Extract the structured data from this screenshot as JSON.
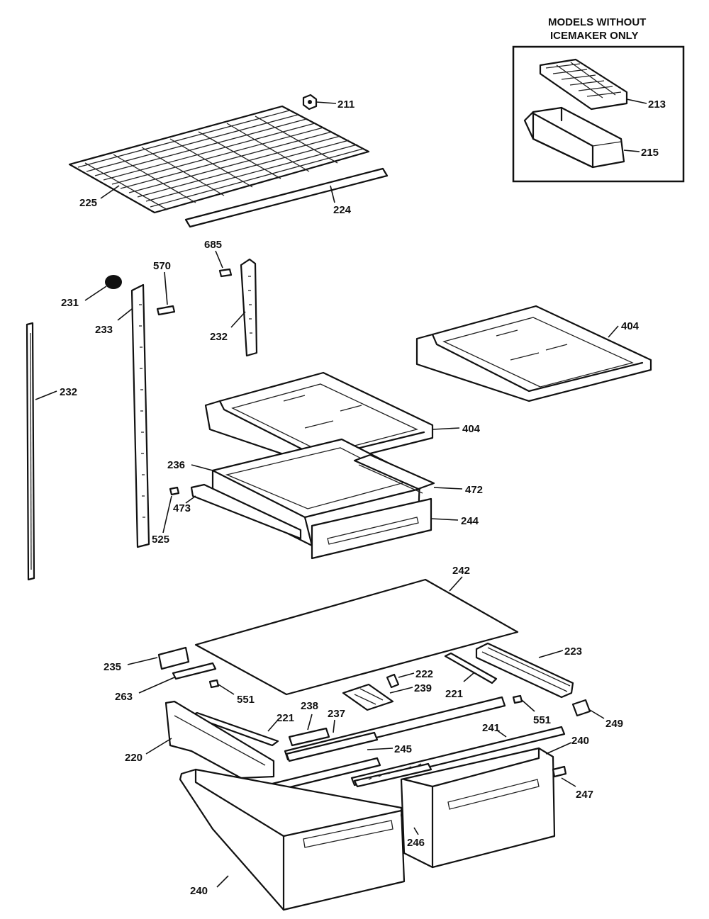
{
  "inset": {
    "title_line1": "MODELS WITHOUT",
    "title_line2": "ICEMAKER ONLY",
    "labels": [
      "213",
      "215"
    ]
  },
  "callouts": {
    "c211": "211",
    "c225": "225",
    "c224": "224",
    "c685": "685",
    "c570": "570",
    "c231": "231",
    "c233": "233",
    "c232a": "232",
    "c232b": "232",
    "c404a": "404",
    "c404b": "404",
    "c236": "236",
    "c472": "472",
    "c473": "473",
    "c525": "525",
    "c244": "244",
    "c242": "242",
    "c223": "223",
    "c235": "235",
    "c222": "222",
    "c239": "239",
    "c221a": "221",
    "c221b": "221",
    "c263": "263",
    "c551a": "551",
    "c551b": "551",
    "c238": "238",
    "c237": "237",
    "c249": "249",
    "c241": "241",
    "c240a": "240",
    "c240b": "240",
    "c220": "220",
    "c245": "245",
    "c247": "247",
    "c246": "246"
  }
}
